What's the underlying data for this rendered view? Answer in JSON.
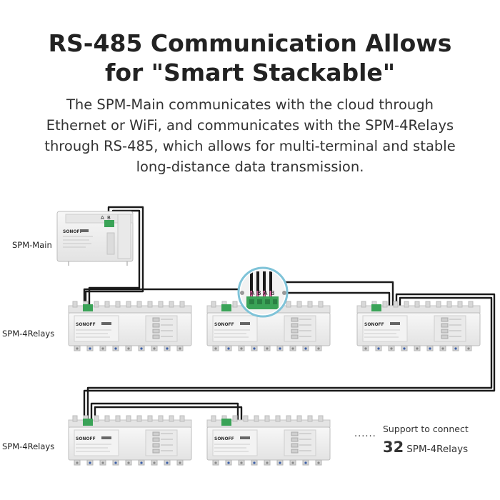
{
  "header": {
    "title_line1": "RS-485 Communication Allows",
    "title_line2": "for \"Smart Stackable\""
  },
  "description": {
    "line1": "The SPM-Main communicates with the cloud through",
    "line2": "Ethernet or WiFi, and communicates with the SPM-4Relays",
    "line3": "through RS-485, which allows for multi-terminal and stable",
    "line4": "long-distance data transmission."
  },
  "labels": {
    "main": "SPM-Main",
    "relays_row1": "SPM-4Relays",
    "relays_row2": "SPM-4Relays"
  },
  "device": {
    "brand": "SONOFF",
    "terminal_a": "A",
    "terminal_b": "B"
  },
  "zoom": {
    "terminals": [
      "A",
      "B",
      "A",
      "B"
    ]
  },
  "support": {
    "ellipsis": "......",
    "text": "Support to connect",
    "count": "32",
    "unit": "SPM-4Relays"
  },
  "colors": {
    "cable": "#1a1a1a",
    "terminal_green": "#3aa357",
    "zoom_ring": "#7fc3d8",
    "device_body": "#efefef",
    "device_edge": "#bdbdbd"
  }
}
